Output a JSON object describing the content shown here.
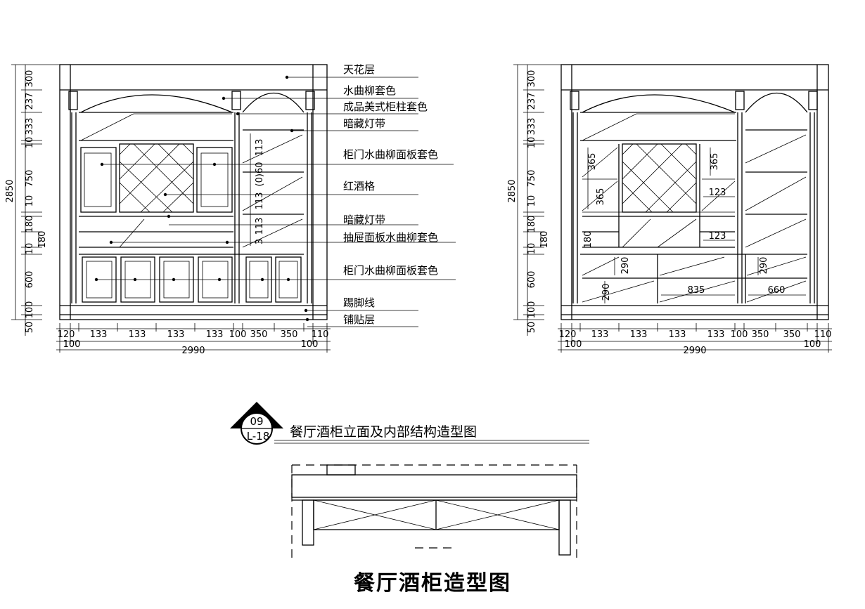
{
  "left_elevation": {
    "callouts": [
      "天花层",
      "水曲柳套色",
      "成品美式柜柱套色",
      "暗藏灯带",
      "柜门水曲柳面板套色",
      "红酒格",
      "暗藏灯带",
      "抽屉面板水曲柳套色",
      "柜门水曲柳面板套色",
      "踢脚线",
      "铺贴层"
    ],
    "vertical_dims": [
      "300",
      "237",
      "333",
      "10",
      "750",
      "10",
      "180",
      "10",
      "600",
      "100",
      "50"
    ],
    "small_dim_180": "180",
    "total_height": "2850",
    "inner_dims": [
      "113",
      "(0)60",
      "113",
      "113",
      "3"
    ],
    "bottom_dims": [
      "120",
      "133",
      "133",
      "133",
      "133",
      "100",
      "350",
      "350",
      "110"
    ],
    "edge_dims": [
      "100",
      "100"
    ],
    "total_width": "2990"
  },
  "right_elevation": {
    "vertical_dims": [
      "300",
      "237",
      "333",
      "10",
      "750",
      "10",
      "180",
      "10",
      "600",
      "100",
      "50"
    ],
    "small_dim_180": "180",
    "total_height": "2850",
    "inner_dims": [
      "365",
      "365",
      "365",
      "123",
      "180",
      "123",
      "290",
      "290",
      "290",
      "835",
      "660"
    ],
    "bottom_dims": [
      "120",
      "133",
      "133",
      "133",
      "133",
      "100",
      "350",
      "350",
      "110"
    ],
    "edge_dims": [
      "100",
      "100"
    ],
    "total_width": "2990"
  },
  "section_symbol": {
    "number": "09",
    "sheet": "L-18",
    "title": "餐厅酒柜立面及内部结构造型图"
  },
  "main_title": "餐厅酒柜造型图"
}
